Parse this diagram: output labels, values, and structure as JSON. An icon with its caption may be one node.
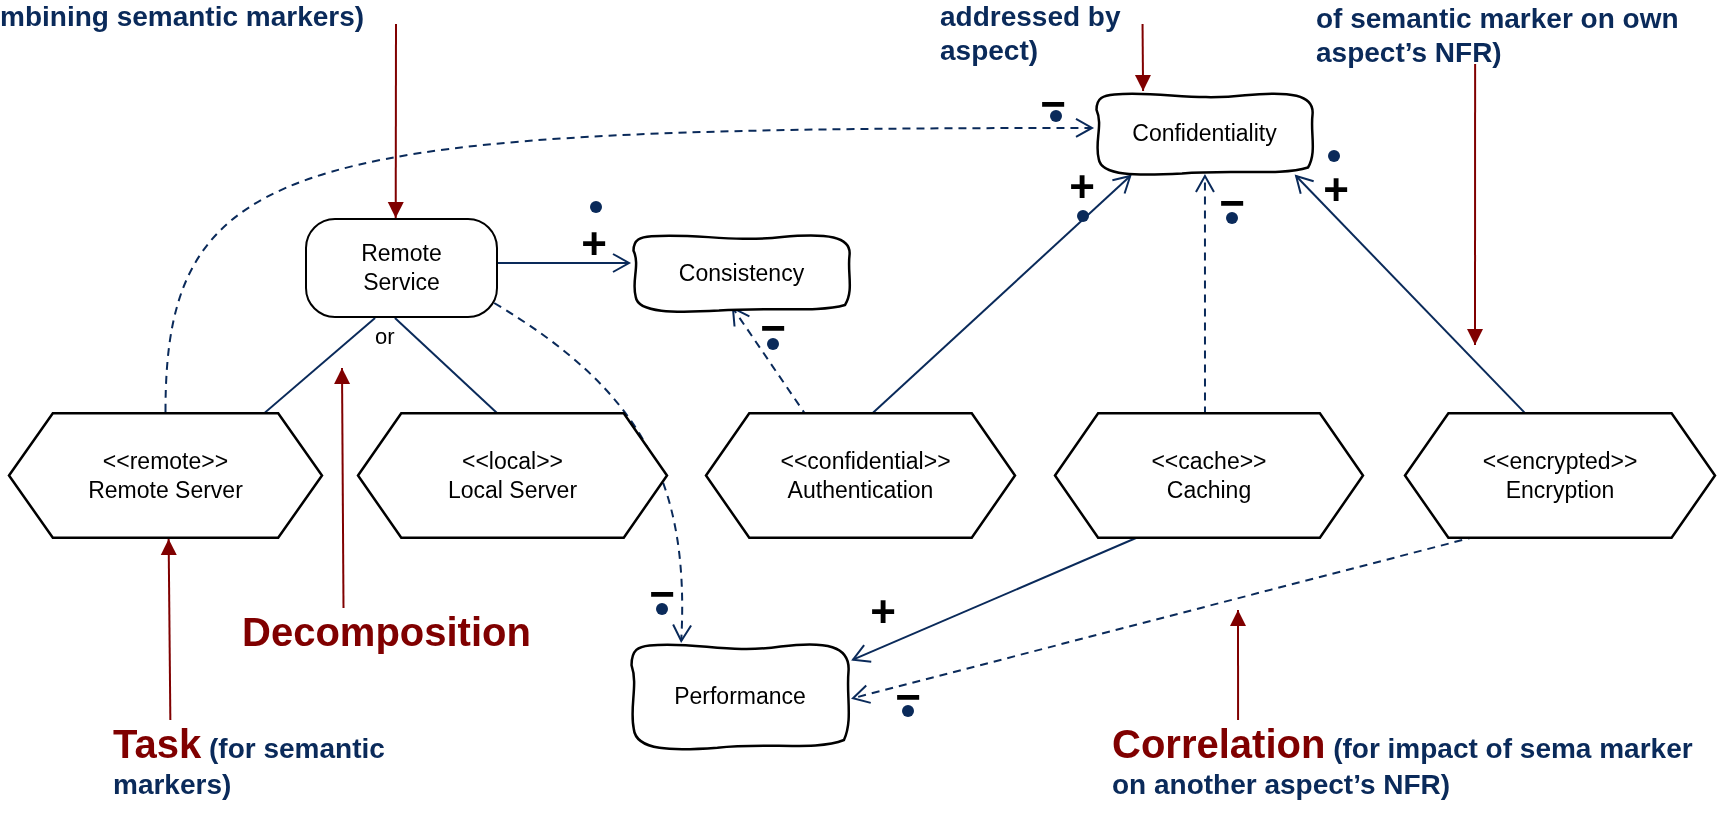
{
  "diagram": {
    "nodes": [
      {
        "text": [
          "mbining semantic markers)"
        ]
      },
      {
        "text": [
          "addressed by aspect)"
        ]
      },
      {
        "text": [
          "of semantic marker on own aspect’s NFR)"
        ]
      },
      {
        "text": [
          "Confidentiality"
        ]
      },
      {
        "text": [
          "Remote Service"
        ]
      },
      {
        "text": [
          "Consistency"
        ]
      },
      {
        "text": [
          "<<remote>> Remote Server"
        ]
      },
      {
        "text": [
          "<<local>> Local Server"
        ]
      },
      {
        "text": [
          "<<confidential>> Authentication"
        ]
      },
      {
        "text": [
          "<<cache>> Caching"
        ]
      },
      {
        "text": [
          "<<encrypted>> Encryption"
        ]
      },
      {
        "text": [
          "Decomposition"
        ]
      },
      {
        "text": [
          "Performance"
        ]
      },
      {
        "text": [
          "Task",
          "(for semantic markers)"
        ]
      },
      {
        "text": [
          "Correlation",
          "(for impact of sema marker on another aspect’s NFR)"
        ]
      }
    ],
    "edges": [
      {
        "from": 0,
        "to": 4,
        "arrow": "to",
        "color": "#800000"
      },
      {
        "from": 1,
        "to": 3,
        "arrow": "to",
        "color": "#800000"
      },
      {
        "from": 2,
        "to": null,
        "arrow": "to",
        "color": "#800000"
      },
      {
        "from": 4,
        "to": 5,
        "arrow": "to",
        "label": "+"
      },
      {
        "from": 4,
        "to": 12,
        "arrow": "to",
        "style": "dashed",
        "label": "−"
      },
      {
        "from": 6,
        "to": 3,
        "arrow": "to",
        "style": "dashed",
        "label": "−"
      },
      {
        "from": 6,
        "to": 4,
        "arrow": "other"
      },
      {
        "from": 7,
        "to": 4,
        "arrow": "other"
      },
      {
        "from": 8,
        "to": 5,
        "arrow": "to",
        "style": "dashed",
        "label": "−"
      },
      {
        "from": 8,
        "to": 3,
        "arrow": "to",
        "label": "+"
      },
      {
        "from": 9,
        "to": 3,
        "arrow": "to",
        "style": "dashed",
        "label": "−"
      },
      {
        "from": 10,
        "to": 3,
        "arrow": "to",
        "label": "+"
      },
      {
        "from": 9,
        "to": 12,
        "arrow": "to",
        "label": "+"
      },
      {
        "from": 10,
        "to": 12,
        "arrow": "to",
        "style": "dashed",
        "label": "−"
      },
      {
        "from": 11,
        "to": null,
        "arrow": "to",
        "color": "#800000"
      },
      {
        "from": 13,
        "to": 6,
        "arrow": "to",
        "color": "#800000"
      },
      {
        "from": 14,
        "to": null,
        "arrow": "to",
        "color": "#800000"
      }
    ],
    "labels": [
      "or"
    ]
  }
}
